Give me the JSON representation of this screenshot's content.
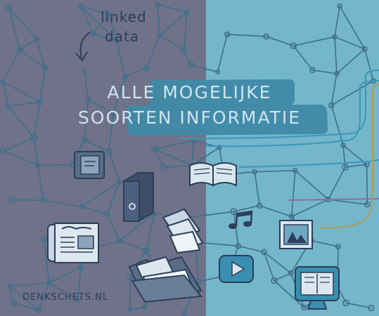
{
  "annotation": {
    "line1": "linked",
    "line2": "data"
  },
  "title": {
    "line1": "ALLE MOGELIJKE",
    "line2": "SOORTEN INFORMATIE"
  },
  "credit": "DENKSCHETS.NL",
  "colors": {
    "left_bg": "#6f7289",
    "right_bg": "#74b6ca",
    "network": "#3f6f8a",
    "ink": "#2c3e58",
    "title_banner": "#4a9ab4",
    "title_text": "#cfe3ee",
    "line_teal": "#3a98b6",
    "line_purple": "#8a6f9a",
    "line_gold": "#b39a52"
  },
  "icons": [
    "document-icon",
    "binder-icon",
    "open-book-icon",
    "papers-icon",
    "newspaper-icon",
    "music-note-icon",
    "picture-icon",
    "folder-icon",
    "video-play-icon",
    "monitor-icon"
  ]
}
